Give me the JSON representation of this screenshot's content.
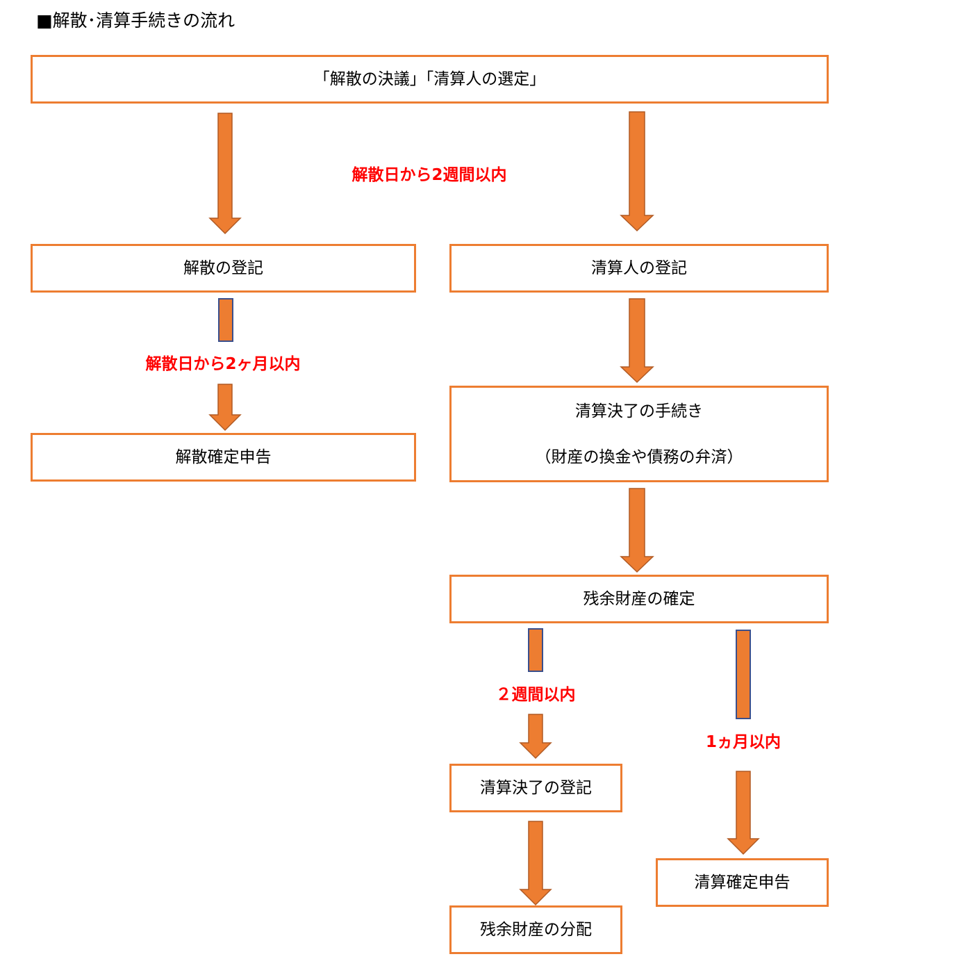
{
  "title": "■解散･清算手続きの流れ",
  "colors": {
    "box_border": "#ED7D31",
    "arrow_fill": "#ED7D31",
    "arrow_stroke": "#B05A24",
    "bar_outline": "#3A4F8C",
    "note_text": "#FF0000"
  },
  "boxes": {
    "resolution": "「解散の決議」「清算人の選定」",
    "dissolution_registration": "解散の登記",
    "liquidator_registration": "清算人の登記",
    "dissolution_tax_return": "解散確定申告",
    "liquidation_procedure": {
      "line1": "清算決了の手続き",
      "line2": "（財産の換金や債務の弁済）"
    },
    "residual_assets_confirmation": "残余財産の確定",
    "liquidation_completion_registration": "清算決了の登記",
    "liquidation_tax_return": "清算確定申告",
    "residual_assets_distribution": "残余財産の分配"
  },
  "notes": {
    "within_2_weeks_of_dissolution": "解散日から2週間以内",
    "within_2_months_of_dissolution": "解散日から2ヶ月以内",
    "within_2_weeks": "２週間以内",
    "within_1_month": "1ヵ月以内"
  }
}
